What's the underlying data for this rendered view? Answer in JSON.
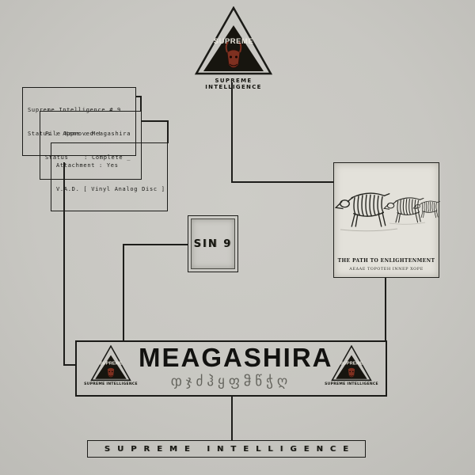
{
  "colors": {
    "bg": "#c9c8c3",
    "ink": "#1d1d1a",
    "face": "#7e3020",
    "art_bg": "#e3e1da",
    "glyphs": "#63635c"
  },
  "logo": {
    "brand": "SUPREME",
    "caption": "SUPREME INTELLIGENCE"
  },
  "info_boxes": [
    {
      "line1": "Supreme Intelligence # 9",
      "line2": "Status : Approved !"
    },
    {
      "line1": "File Name : Meagashira",
      "line2": "Status    : Complete _"
    },
    {
      "line1": "Attachment : Yes",
      "line2": "V.A.D. [ Vinyl Analog Disc ]"
    }
  ],
  "sin_box": {
    "label": "SIN 9"
  },
  "artwork": {
    "caption1": "THE PATH TO ENLIGHTENMENT",
    "caption2": "ΑΕΔΑΕ ΤΟΡΟΤΕΗ ΙΝΝΕΡ ΧΟΡΕ"
  },
  "title_box": {
    "title": "MEAGASHIRA",
    "glyphs": "ჶჯძჰყფჵწჭღ",
    "logo_caption": "SUPREME INTELLIGENCE"
  },
  "bottom_bar": {
    "label": "SUPREME INTELLIGENCE"
  }
}
